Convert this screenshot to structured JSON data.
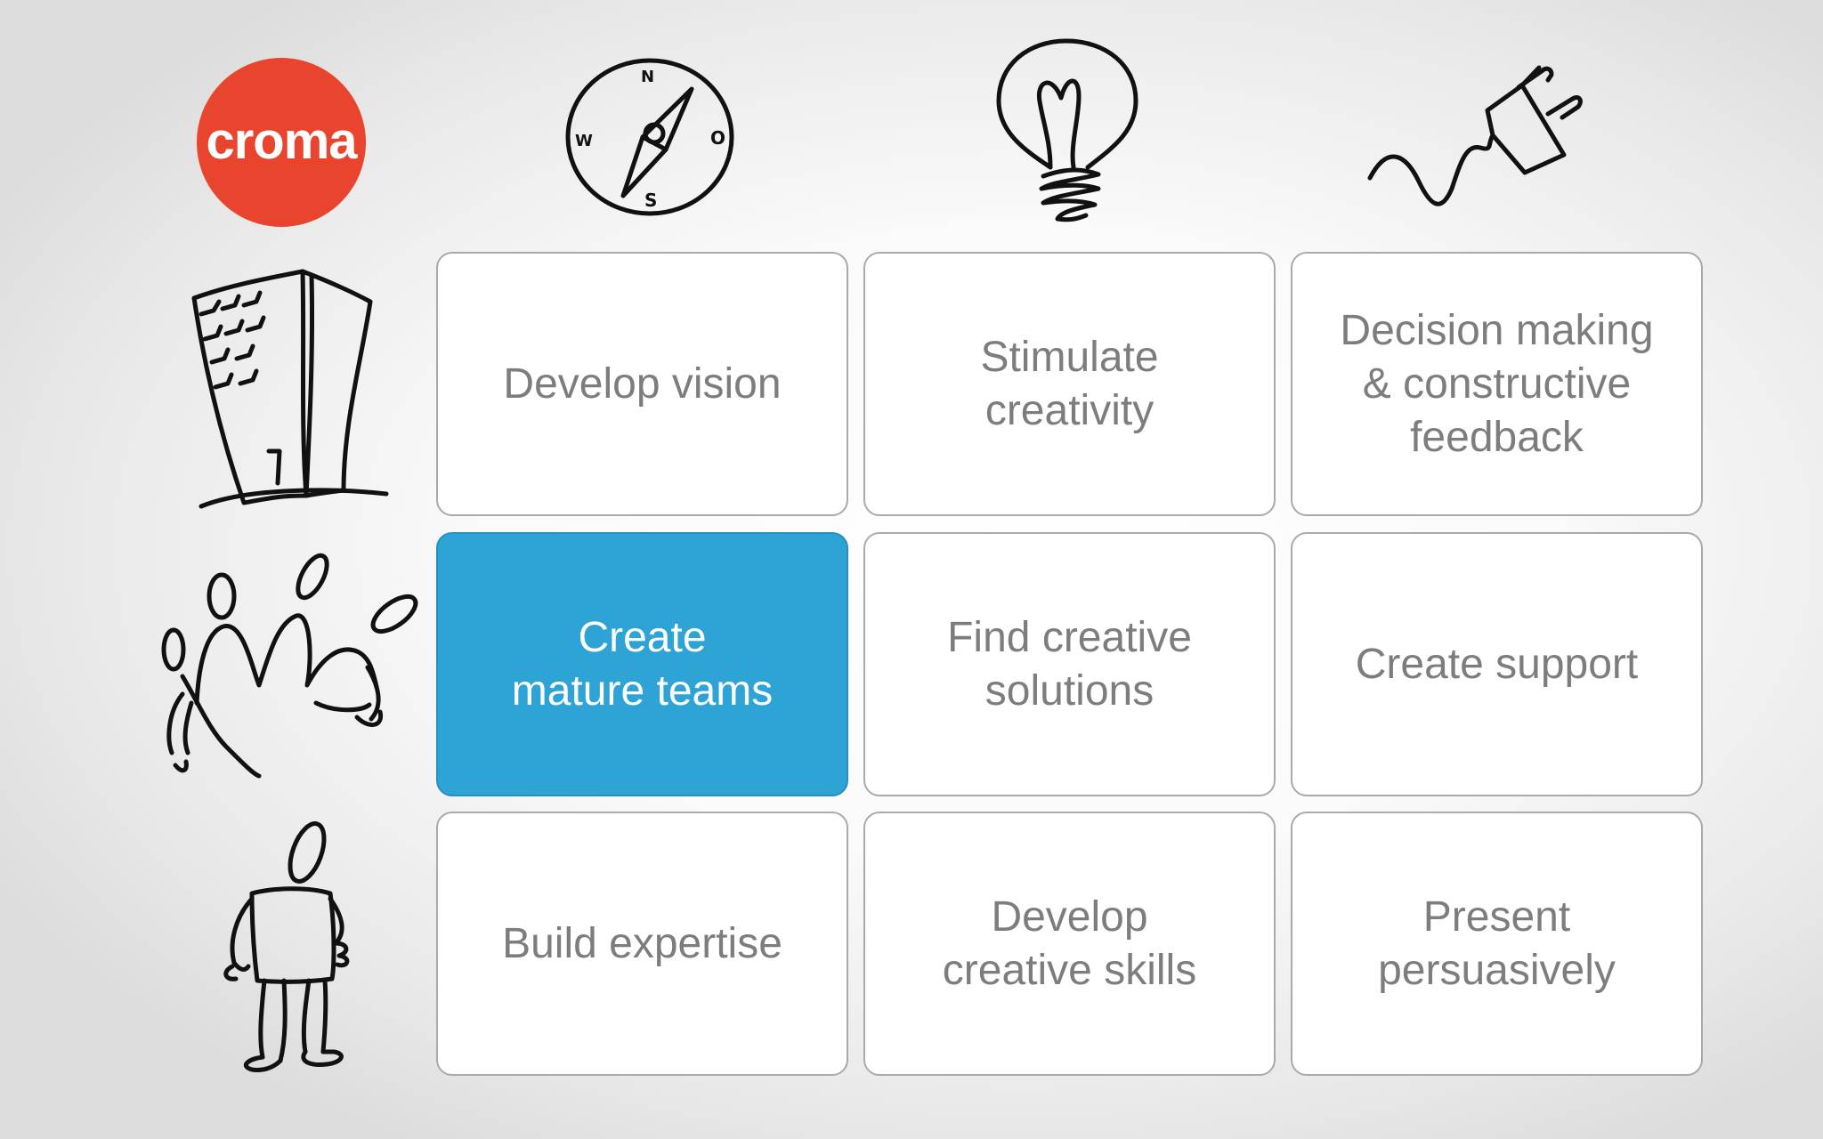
{
  "logo": {
    "text": "croma",
    "color": "#e8442e"
  },
  "icons": {
    "columns": [
      "compass-icon",
      "lightbulb-icon",
      "plug-icon"
    ],
    "rows": [
      "building-icon",
      "people-group-icon",
      "person-icon"
    ],
    "compass_letters": {
      "n": "N",
      "w": "W",
      "s": "S",
      "e": "O"
    }
  },
  "grid": {
    "selected_color": "#2da3d6",
    "cells": [
      "Develop vision",
      "Stimulate\ncreativity",
      "Decision making\n& constructive\nfeedback",
      "Create\nmature teams",
      "Find creative\nsolutions",
      "Create support",
      "Build expertise",
      "Develop\ncreative skills",
      "Present\npersuasively"
    ],
    "selected_index": 3
  }
}
